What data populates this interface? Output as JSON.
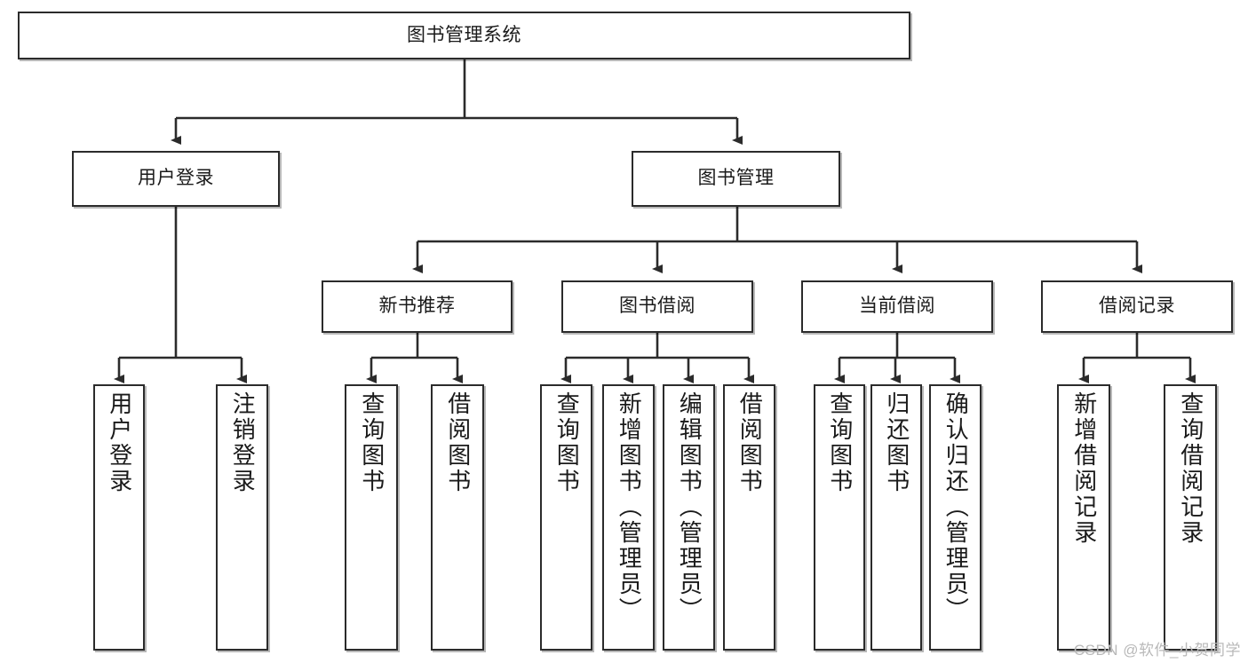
{
  "diagram": {
    "kind": "tree-flowchart",
    "title": "图书管理系统",
    "watermark": "CSDN @软件_小贺同学",
    "nodes": {
      "root": {
        "label": "图书管理系统"
      },
      "level2": [
        {
          "id": "user-login",
          "label": "用户登录"
        },
        {
          "id": "book-management",
          "label": "图书管理"
        }
      ],
      "level3": [
        {
          "id": "new-book-recommend",
          "label": "新书推荐"
        },
        {
          "id": "book-borrow",
          "label": "图书借阅"
        },
        {
          "id": "current-borrow",
          "label": "当前借阅"
        },
        {
          "id": "borrow-record",
          "label": "借阅记录"
        }
      ],
      "leaves": [
        {
          "id": "leaf-user-login",
          "label": "用户登录",
          "parent": "user-login"
        },
        {
          "id": "leaf-user-logout",
          "label": "注销登录",
          "parent": "user-login"
        },
        {
          "id": "leaf-query-book-1",
          "label": "查询图书",
          "parent": "new-book-recommend"
        },
        {
          "id": "leaf-borrow-book-1",
          "label": "借阅图书",
          "parent": "new-book-recommend"
        },
        {
          "id": "leaf-query-book-2",
          "label": "查询图书",
          "parent": "book-borrow"
        },
        {
          "id": "leaf-add-book",
          "label": "新增图书（管理员）",
          "parent": "book-borrow"
        },
        {
          "id": "leaf-edit-book",
          "label": "编辑图书（管理员）",
          "parent": "book-borrow"
        },
        {
          "id": "leaf-borrow-book-2",
          "label": "借阅图书",
          "parent": "book-borrow"
        },
        {
          "id": "leaf-query-book-3",
          "label": "查询图书",
          "parent": "current-borrow"
        },
        {
          "id": "leaf-return-book",
          "label": "归还图书",
          "parent": "current-borrow"
        },
        {
          "id": "leaf-confirm-return",
          "label": "确认归还（管理员）",
          "parent": "current-borrow"
        },
        {
          "id": "leaf-add-record",
          "label": "新增借阅记录",
          "parent": "borrow-record"
        },
        {
          "id": "leaf-query-record",
          "label": "查询借阅记录",
          "parent": "borrow-record"
        }
      ]
    },
    "colors": {
      "stroke": "#2b2b2b",
      "fill": "#ffffff",
      "text": "#1a1a1a",
      "watermark": "#b9b9b9"
    }
  }
}
